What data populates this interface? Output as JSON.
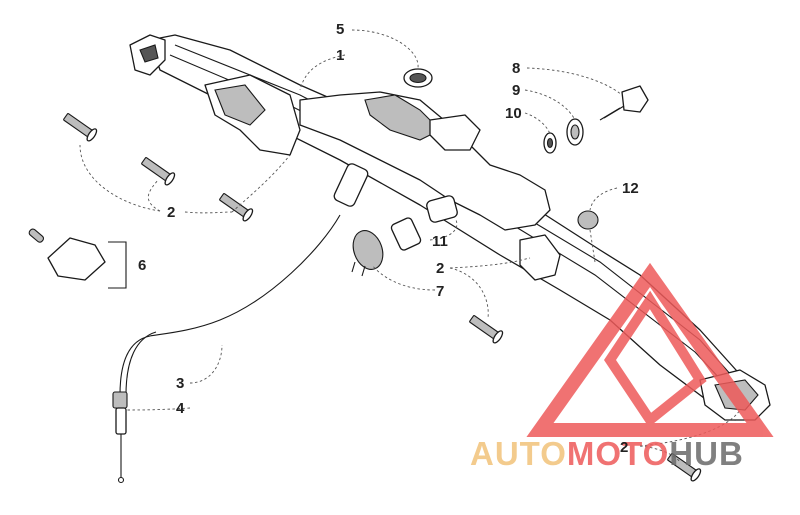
{
  "diagram": {
    "callouts": [
      {
        "id": "c5",
        "label": "5"
      },
      {
        "id": "c1",
        "label": "1"
      },
      {
        "id": "c8",
        "label": "8"
      },
      {
        "id": "c9",
        "label": "9"
      },
      {
        "id": "c10",
        "label": "10"
      },
      {
        "id": "c12",
        "label": "12"
      },
      {
        "id": "c2a",
        "label": "2"
      },
      {
        "id": "c6",
        "label": "6"
      },
      {
        "id": "c11",
        "label": "11"
      },
      {
        "id": "c2b",
        "label": "2"
      },
      {
        "id": "c7",
        "label": "7"
      },
      {
        "id": "c3",
        "label": "3"
      },
      {
        "id": "c4",
        "label": "4"
      },
      {
        "id": "c2c",
        "label": "2"
      }
    ]
  },
  "watermark": {
    "brand_part1": "AUTO",
    "brand_part2": "MOTO",
    "brand_part3": "HUB",
    "color_gold": "#f2c27a",
    "color_red": "#ee5a5a",
    "color_grey": "#6b6b6b"
  }
}
